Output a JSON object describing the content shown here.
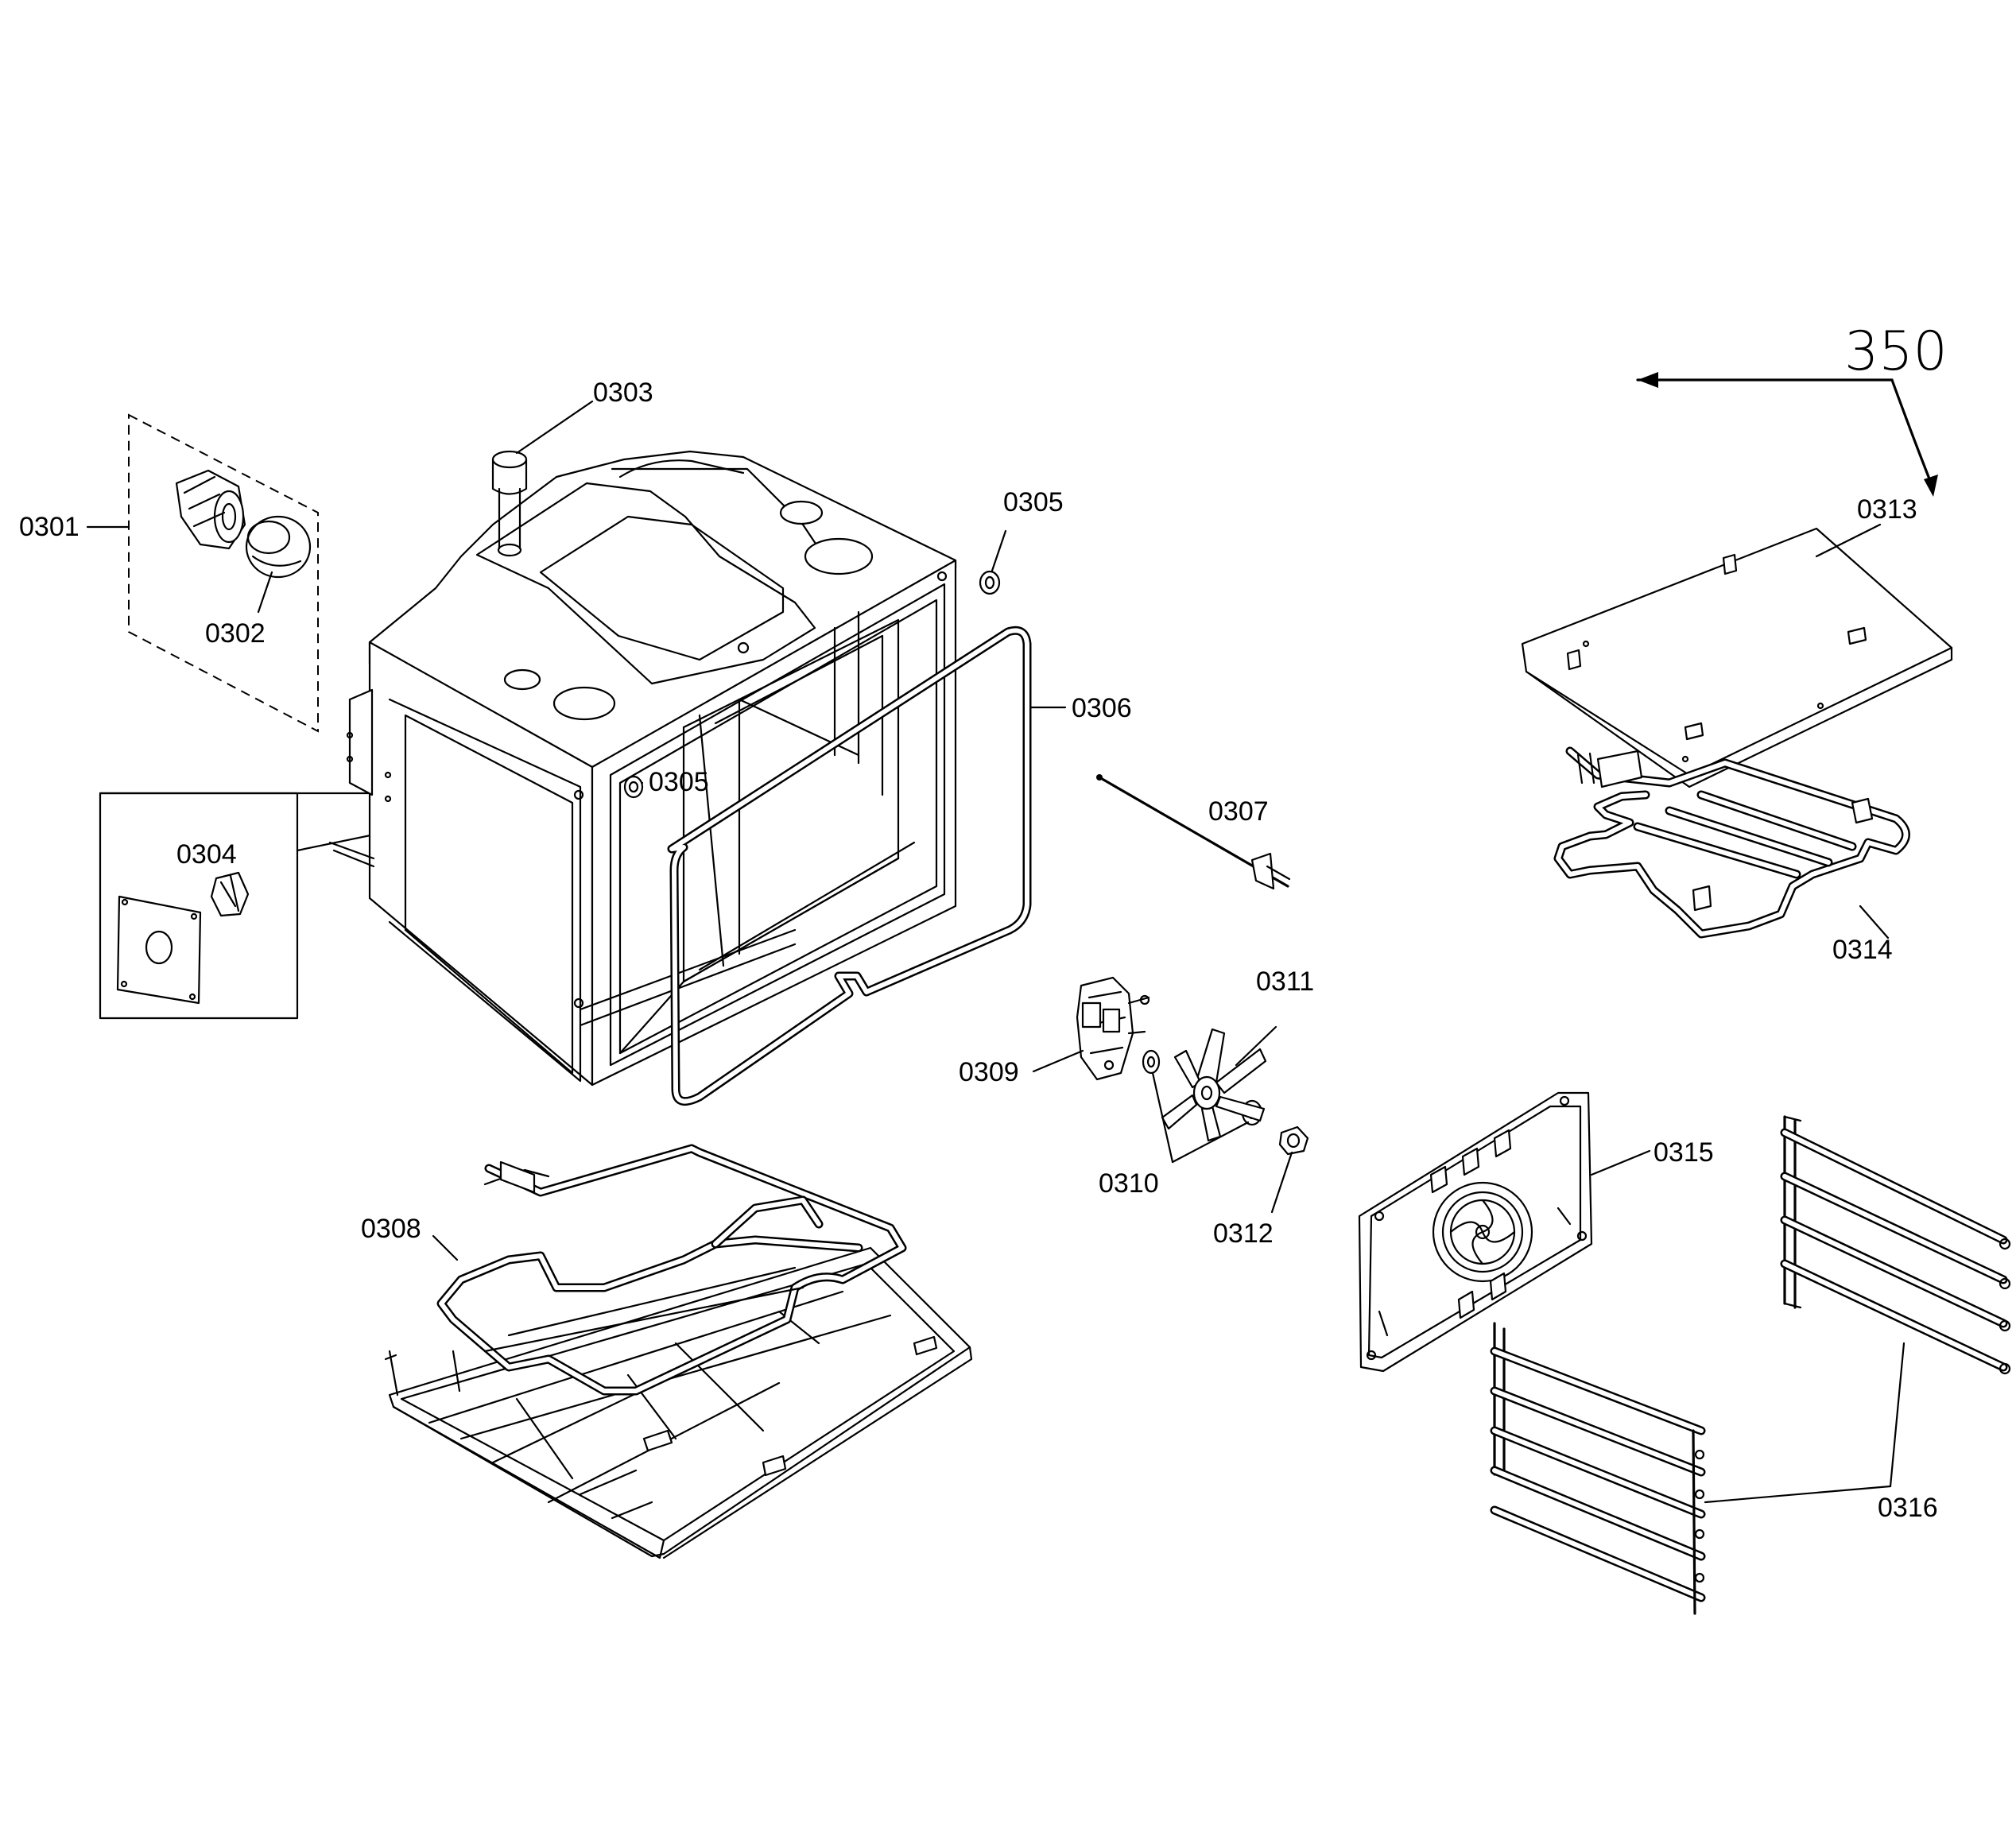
{
  "diagram": {
    "reference_number": "350",
    "parts": [
      {
        "id": "0301",
        "label": "0301"
      },
      {
        "id": "0302",
        "label": "0302"
      },
      {
        "id": "0303",
        "label": "0303"
      },
      {
        "id": "0304",
        "label": "0304"
      },
      {
        "id": "0305a",
        "label": "0305"
      },
      {
        "id": "0305b",
        "label": "0305"
      },
      {
        "id": "0306",
        "label": "0306"
      },
      {
        "id": "0307",
        "label": "0307"
      },
      {
        "id": "0308",
        "label": "0308"
      },
      {
        "id": "0309",
        "label": "0309"
      },
      {
        "id": "0310",
        "label": "0310"
      },
      {
        "id": "0311",
        "label": "0311"
      },
      {
        "id": "0312",
        "label": "0312"
      },
      {
        "id": "0313",
        "label": "0313"
      },
      {
        "id": "0314",
        "label": "0314"
      },
      {
        "id": "0315",
        "label": "0315"
      },
      {
        "id": "0316",
        "label": "0316"
      }
    ]
  }
}
